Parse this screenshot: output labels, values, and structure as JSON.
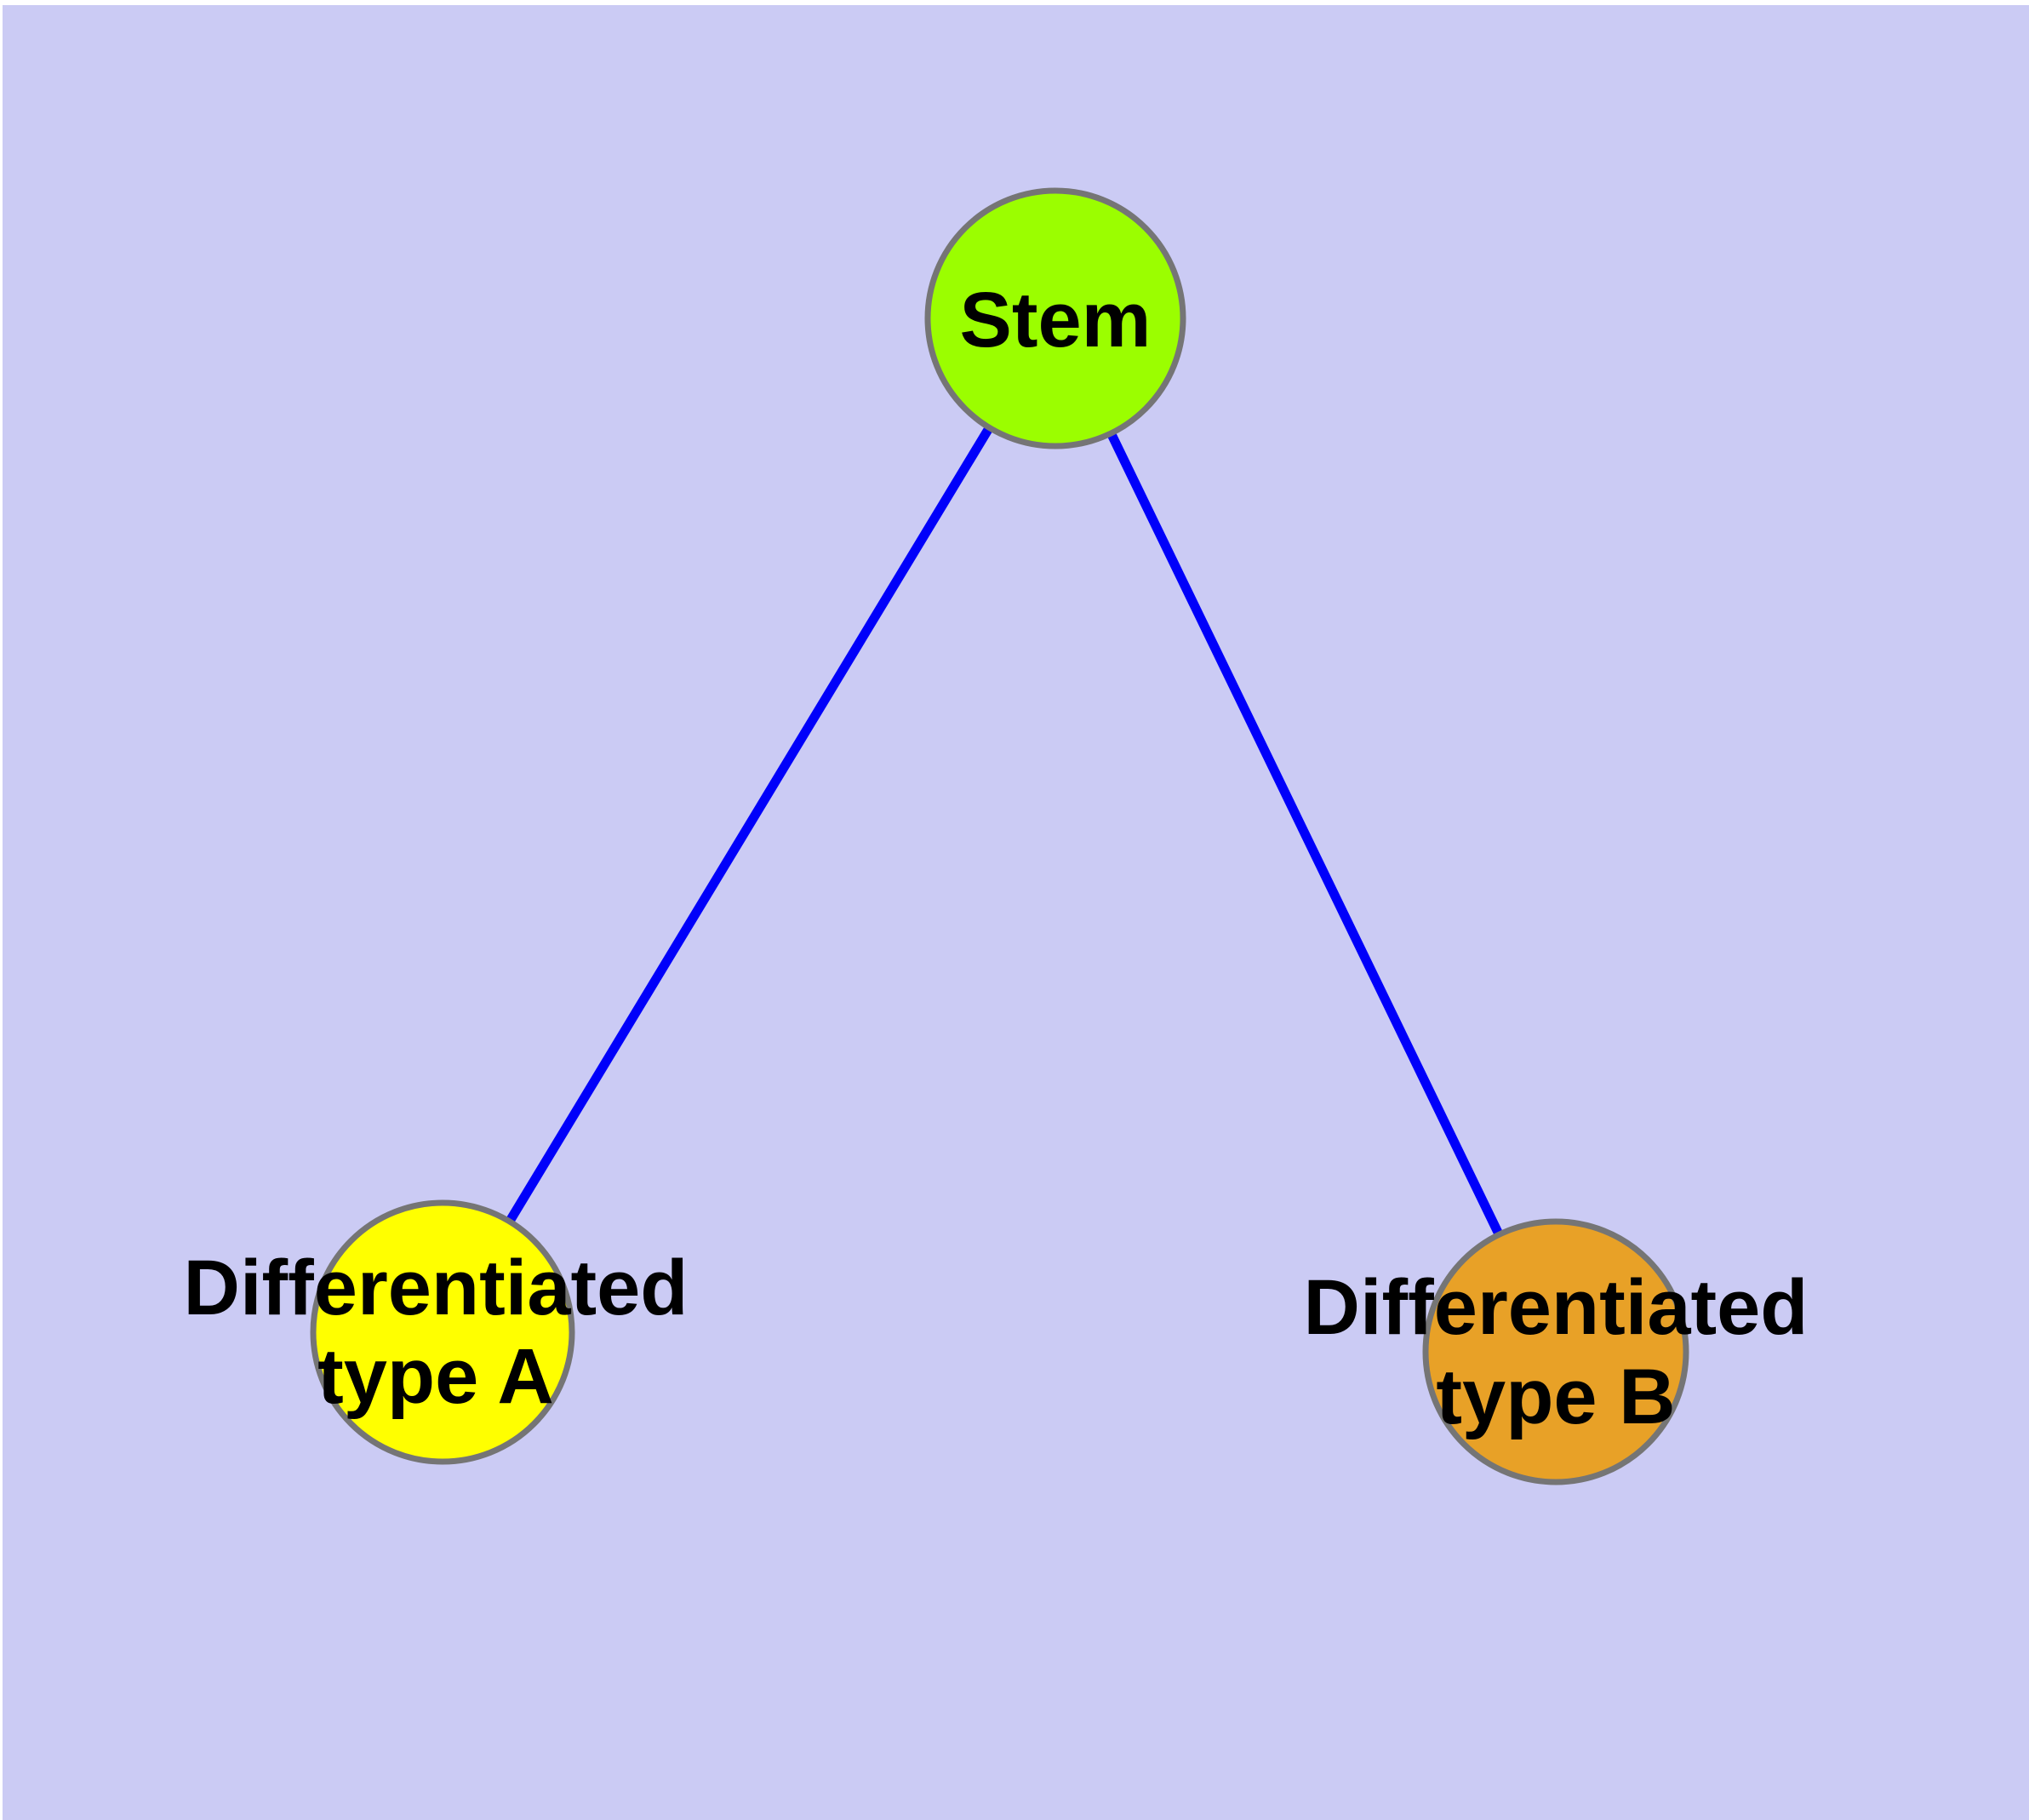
{
  "diagram": {
    "type": "graph",
    "background_color": "#CBCBF4",
    "page_margin_color": "#FFFFFF",
    "edge_color": "#0000FA",
    "node_border_color": "#757575",
    "label_color": "#000000",
    "nodes": [
      {
        "id": "stem",
        "lines": [
          "Stem",
          ""
        ],
        "fill_color": "#9BFE00"
      },
      {
        "id": "diff-a",
        "lines": [
          "Differentiated",
          "type A"
        ],
        "fill_color": "#FFFF00"
      },
      {
        "id": "diff-b",
        "lines": [
          "Differentiated",
          "type B"
        ],
        "fill_color": "#E8A127"
      }
    ],
    "edges": [
      {
        "from": "stem",
        "to": "diff-a"
      },
      {
        "from": "stem",
        "to": "diff-b"
      }
    ]
  }
}
